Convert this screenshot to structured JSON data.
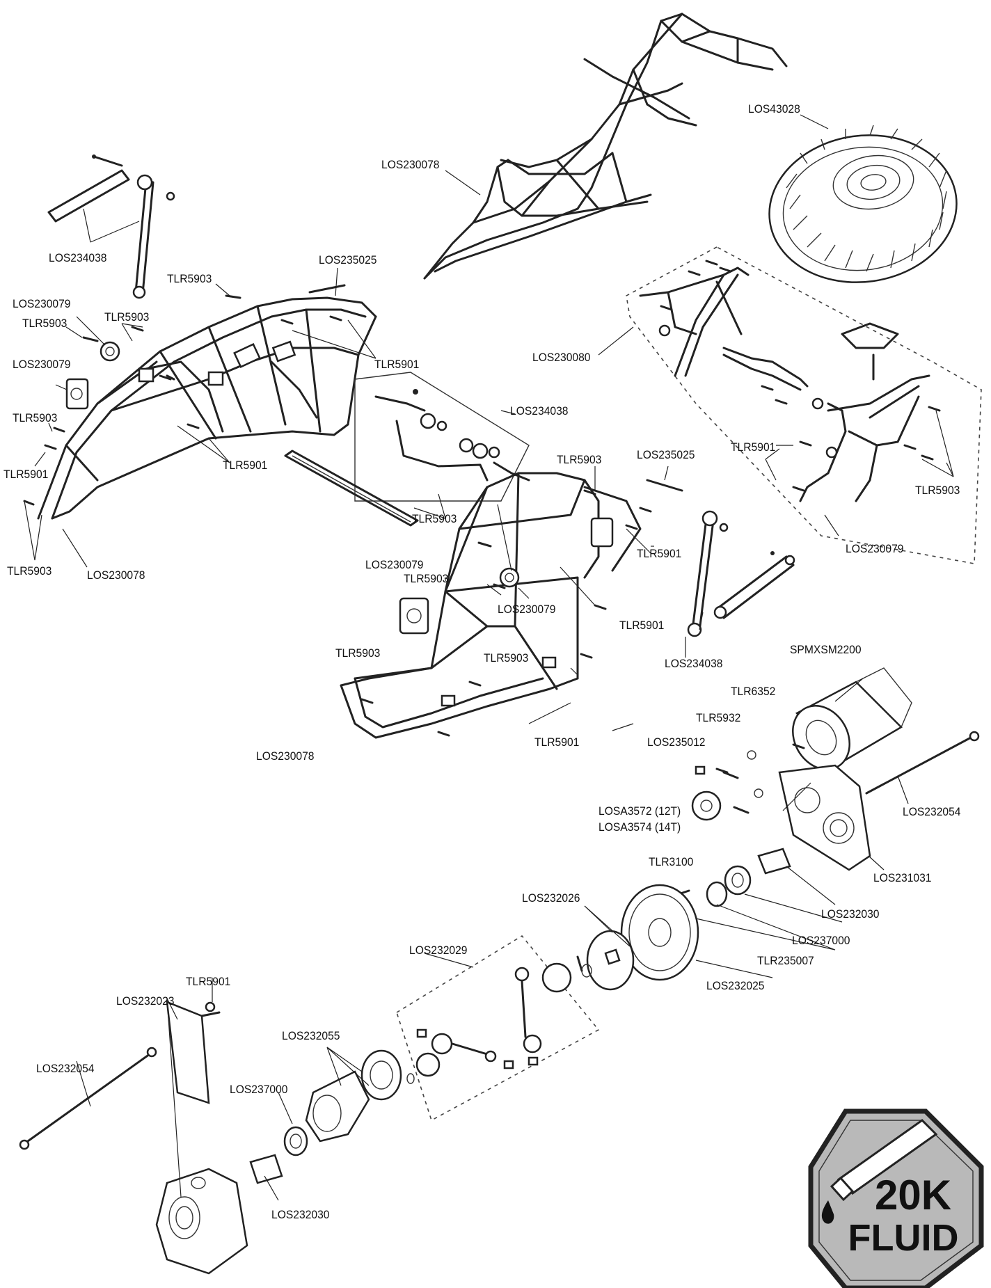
{
  "labels": {
    "los43028": "LOS43028",
    "los230078_top": "LOS230078",
    "los234038_tl": "LOS234038",
    "los235025_top": "LOS235025",
    "tlr5903_a": "TLR5903",
    "los230079_a": "LOS230079",
    "tlr5903_b": "TLR5903",
    "tlr5903_c": "TLR5903",
    "los230079_b": "LOS230079",
    "tlr5901_a": "TLR5901",
    "los230080": "LOS230080",
    "los234038_mid": "LOS234038",
    "tlr5903_d": "TLR5903",
    "tlr5901_b": "TLR5901",
    "tlr5901_c": "TLR5901",
    "tlr5903_e": "TLR5903",
    "los230078_left": "LOS230078",
    "tlr5903_f": "TLR5903",
    "los235025_mid": "LOS235025",
    "tlr5901_d": "TLR5901",
    "tlr5903_g": "TLR5903",
    "tlr5903_h": "TLR5903",
    "tlr5901_e": "TLR5901",
    "los230079_c": "LOS230079",
    "tlr5903_i": "TLR5903",
    "los230079_d": "LOS230079",
    "tlr5901_f": "TLR5901",
    "los230079_e": "LOS230079",
    "los234038_right": "LOS234038",
    "tlr5903_j": "TLR5903",
    "tlr5903_k": "TLR5903",
    "tlr5901_g": "TLR5901",
    "los230078_bot": "LOS230078",
    "spmxsm2200": "SPMXSM2200",
    "tlr6352": "TLR6352",
    "tlr5932": "TLR5932",
    "los235012": "LOS235012",
    "losa3572": "LOSA3572 (12T)",
    "losa3574": "LOSA3574 (14T)",
    "los232054_r": "LOS232054",
    "tlr3100": "TLR3100",
    "los231031": "LOS231031",
    "los232026": "LOS232026",
    "los232030_r": "LOS232030",
    "los237000_r": "LOS237000",
    "los232029": "LOS232029",
    "tlr235007": "TLR235007",
    "los232025": "LOS232025",
    "tlr5901_h": "TLR5901",
    "los232023": "LOS232023",
    "los232055": "LOS232055",
    "los232054_l": "LOS232054",
    "los237000_l": "LOS237000",
    "los232030_l": "LOS232030"
  },
  "badge": {
    "line1": "20K",
    "line2": "FLUID",
    "fill": "#b9b9b9",
    "border": "#222222"
  }
}
